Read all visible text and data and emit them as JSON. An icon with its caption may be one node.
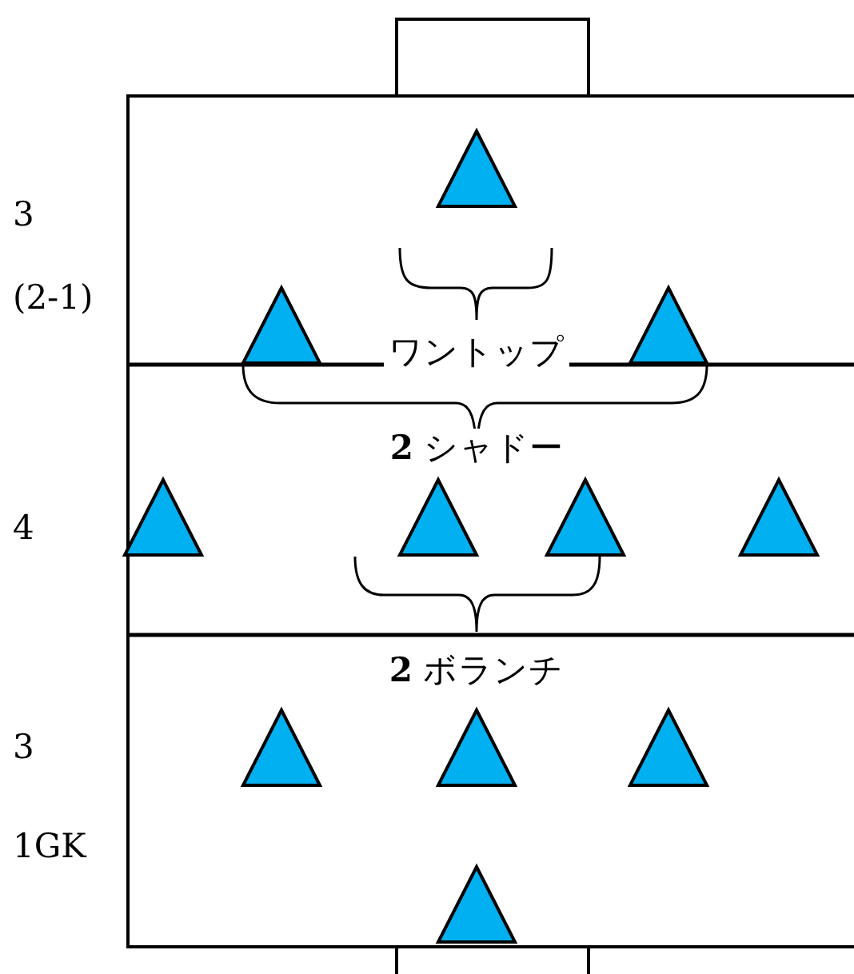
{
  "diagram": {
    "labels": [
      "3",
      "(2-1)",
      "ワントップ",
      "**2** シャドー",
      "4",
      "**2** ボランチ",
      "3",
      "1GK"
    ]
  }
}
